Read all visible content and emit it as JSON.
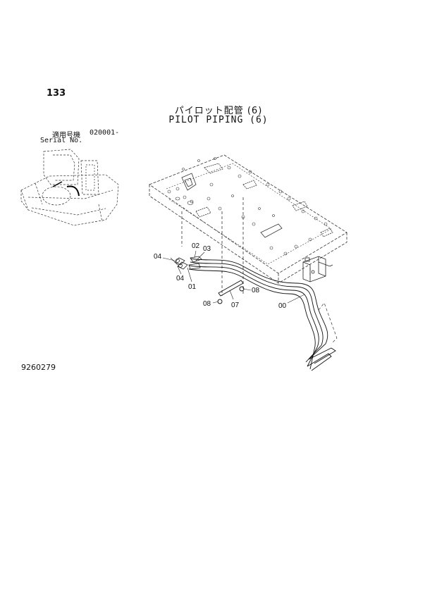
{
  "header": {
    "page_number": "133",
    "title_jp": "パイロット配管 (6)",
    "title_en": "PILOT PIPING (6)"
  },
  "serial": {
    "label_jp": "適用号機",
    "code": "020001-",
    "label_en": "Serial No."
  },
  "callouts": [
    "04",
    "02",
    "03",
    "04",
    "01",
    "08",
    "08",
    "07",
    "00"
  ],
  "footer": {
    "document_number": "9260279"
  }
}
